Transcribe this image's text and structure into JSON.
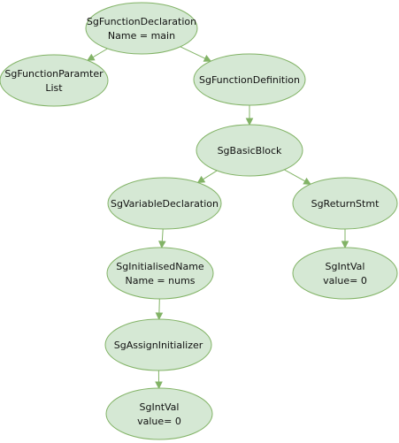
{
  "colors": {
    "node_fill": "#d5e8d4",
    "node_stroke": "#82b366",
    "edge": "#82b366",
    "text": "#111111"
  },
  "nodes": [
    {
      "id": "fn_decl",
      "lines": [
        "SgFunctionDeclaration",
        "Name = main"
      ]
    },
    {
      "id": "param_list",
      "lines": [
        "SgFunctionParamter",
        "List"
      ]
    },
    {
      "id": "fn_def",
      "lines": [
        "SgFunctionDefinition"
      ]
    },
    {
      "id": "basic_block",
      "lines": [
        "SgBasicBlock"
      ]
    },
    {
      "id": "var_decl",
      "lines": [
        "SgVariableDeclaration"
      ]
    },
    {
      "id": "return_stmt",
      "lines": [
        "SgReturnStmt"
      ]
    },
    {
      "id": "init_name",
      "lines": [
        "SgInitialisedName",
        "Name = nums"
      ]
    },
    {
      "id": "int_val_right",
      "lines": [
        "SgIntVal",
        "value= 0"
      ]
    },
    {
      "id": "assign_init",
      "lines": [
        "SgAssignInitializer"
      ]
    },
    {
      "id": "int_val_left",
      "lines": [
        "SgIntVal",
        "value= 0"
      ]
    }
  ],
  "edges": [
    {
      "from": "fn_decl",
      "to": "param_list"
    },
    {
      "from": "fn_decl",
      "to": "fn_def"
    },
    {
      "from": "fn_def",
      "to": "basic_block"
    },
    {
      "from": "basic_block",
      "to": "var_decl"
    },
    {
      "from": "basic_block",
      "to": "return_stmt"
    },
    {
      "from": "var_decl",
      "to": "init_name"
    },
    {
      "from": "return_stmt",
      "to": "int_val_right"
    },
    {
      "from": "init_name",
      "to": "assign_init"
    },
    {
      "from": "assign_init",
      "to": "int_val_left"
    }
  ]
}
